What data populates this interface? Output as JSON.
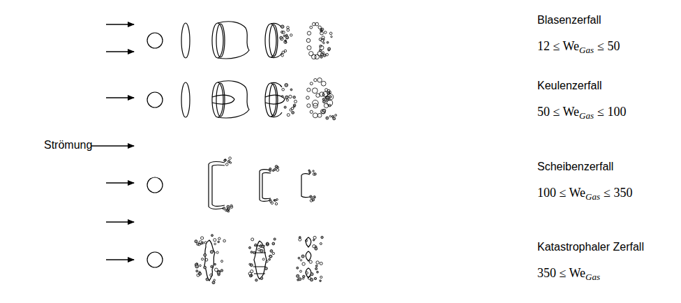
{
  "diagram": {
    "labels": [
      "Strömung",
      "Blasenzerfall",
      "12 ≤ We",
      "Gas",
      "≤ 50",
      "Keulenzerfall",
      "50 ≤ We",
      "Gas",
      "≤ 100",
      "Scheibenzerfall",
      "100 ≤ We",
      "Gas",
      "≤ 350",
      "Katastrophaler Zerfall",
      "350 ≤ We",
      "Gas"
    ]
  }
}
